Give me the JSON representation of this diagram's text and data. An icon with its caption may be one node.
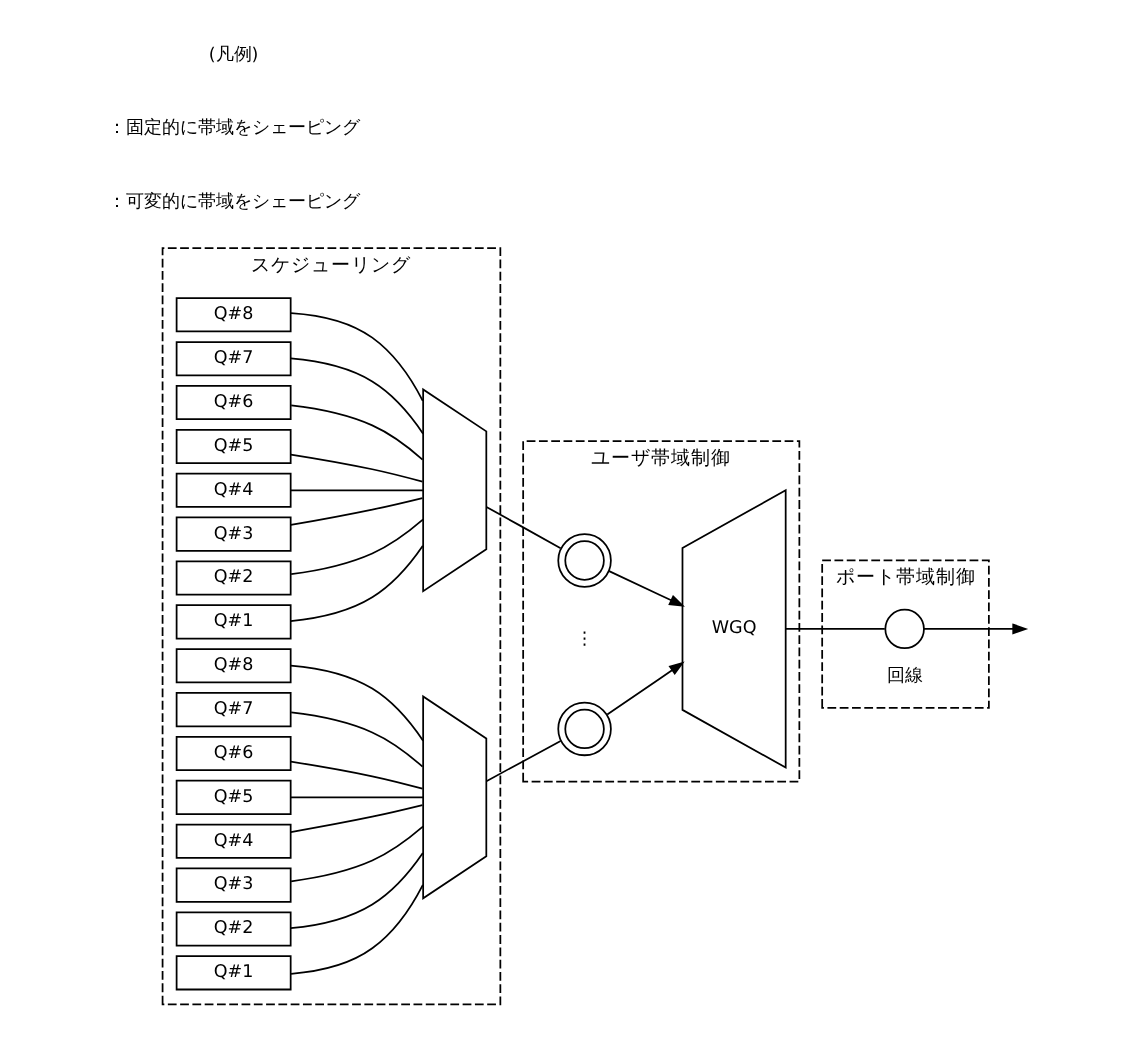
{
  "diagram": {
    "nodes": [
      {
        "text": [
          "スケジューリング"
        ]
      },
      {
        "text": [
          "ユーザ帯域制御"
        ]
      },
      {
        "text": [
          "ポート帯域制御"
        ]
      },
      {
        "text": [
          "Q#8"
        ],
        "in": 0
      },
      {
        "text": [
          "Q#7"
        ],
        "in": 0
      },
      {
        "text": [
          "Q#6"
        ],
        "in": 0
      },
      {
        "text": [
          "Q#5"
        ],
        "in": 0
      },
      {
        "text": [
          "Q#4"
        ],
        "in": 0
      },
      {
        "text": [
          "Q#3"
        ],
        "in": 0
      },
      {
        "text": [
          "Q#2"
        ],
        "in": 0
      },
      {
        "text": [
          "Q#1"
        ],
        "in": 0
      },
      {
        "text": [],
        "shape": "trapezoid",
        "in": 0
      },
      {
        "text": [
          "Q#8"
        ],
        "in": 0
      },
      {
        "text": [
          "Q#7"
        ],
        "in": 0
      },
      {
        "text": [
          "Q#6"
        ],
        "in": 0
      },
      {
        "text": [
          "Q#5"
        ],
        "in": 0
      },
      {
        "text": [
          "Q#4"
        ],
        "in": 0
      },
      {
        "text": [
          "Q#3"
        ],
        "in": 0
      },
      {
        "text": [
          "Q#2"
        ],
        "in": 0
      },
      {
        "text": [
          "Q#1"
        ],
        "in": 0
      },
      {
        "text": [],
        "shape": "trapezoid",
        "in": 0
      },
      {
        "text": [],
        "shape": "circle",
        "in": 1
      },
      {
        "text": [],
        "shape": "circle",
        "in": 1
      },
      {
        "text": [
          "WGQ"
        ],
        "in": 1
      },
      {
        "text": [],
        "shape": "circle",
        "in": 2,
        "beside": [
          "回線"
        ]
      }
    ],
    "edges": [
      {
        "from": 3,
        "to": 11,
        "arrow": "none"
      },
      {
        "from": 4,
        "to": 11,
        "arrow": "none"
      },
      {
        "from": 5,
        "to": 11,
        "arrow": "none"
      },
      {
        "from": 6,
        "to": 11,
        "arrow": "none"
      },
      {
        "from": 7,
        "to": 11,
        "arrow": "none"
      },
      {
        "from": 8,
        "to": 11,
        "arrow": "none"
      },
      {
        "from": 9,
        "to": 11,
        "arrow": "none"
      },
      {
        "from": 10,
        "to": 11,
        "arrow": "none"
      },
      {
        "from": 12,
        "to": 20,
        "arrow": "none"
      },
      {
        "from": 13,
        "to": 20,
        "arrow": "none"
      },
      {
        "from": 14,
        "to": 20,
        "arrow": "none"
      },
      {
        "from": 15,
        "to": 20,
        "arrow": "none"
      },
      {
        "from": 16,
        "to": 20,
        "arrow": "none"
      },
      {
        "from": 17,
        "to": 20,
        "arrow": "none"
      },
      {
        "from": 18,
        "to": 20,
        "arrow": "none"
      },
      {
        "from": 19,
        "to": 20,
        "arrow": "none"
      },
      {
        "from": 11,
        "to": 21,
        "arrow": "none"
      },
      {
        "from": 21,
        "to": 23,
        "arrow": "to"
      },
      {
        "from": 20,
        "to": 22,
        "arrow": "none"
      },
      {
        "from": 22,
        "to": 23,
        "arrow": "to"
      },
      {
        "from": 23,
        "to": 24,
        "arrow": "none"
      },
      {
        "from": 24,
        "to": null,
        "arrow": "to"
      }
    ],
    "labels": [
      "⋮",
      "(凡例)"
    ],
    "legend": [
      {
        "text": "：固定的に帯域をシェーピング"
      },
      {
        "text": "：可変的に帯域をシェーピング"
      }
    ]
  }
}
